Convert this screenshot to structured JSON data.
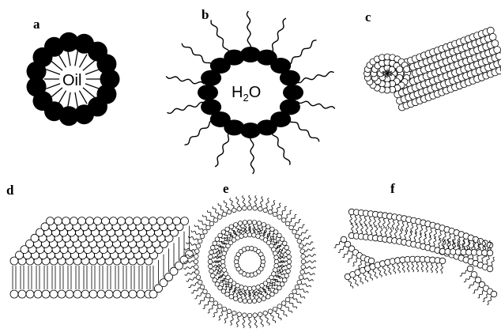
{
  "panels": [
    {
      "letter": "a",
      "inner": "Oil"
    },
    {
      "letter": "b",
      "inner_main1": "H",
      "inner_sub": "2",
      "inner_main2": "O"
    },
    {
      "letter": "c"
    },
    {
      "letter": "d"
    },
    {
      "letter": "e"
    },
    {
      "letter": "f"
    }
  ]
}
